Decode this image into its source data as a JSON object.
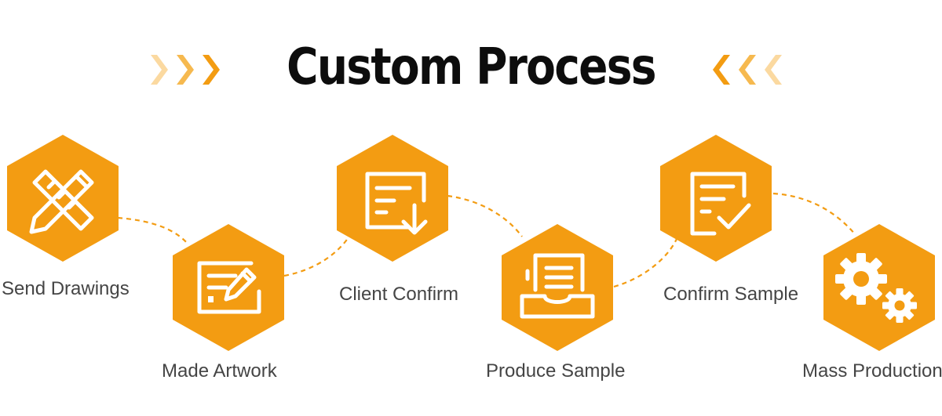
{
  "title": "Custom Process",
  "colors": {
    "accent": "#f39c12",
    "accent_light": "#fbd9a0",
    "accent_mid": "#f6b94f",
    "title": "#0d0d0d",
    "label": "#454545",
    "icon": "#ffffff"
  },
  "steps": [
    {
      "label": "Send Drawings",
      "icon": "ruler-pencil-icon"
    },
    {
      "label": "Made Artwork",
      "icon": "artwork-pencil-icon"
    },
    {
      "label": "Client Confirm",
      "icon": "document-download-icon"
    },
    {
      "label": "Produce Sample",
      "icon": "document-tray-icon"
    },
    {
      "label": "Confirm Sample",
      "icon": "document-check-icon"
    },
    {
      "label": "Mass Production",
      "icon": "gears-icon"
    }
  ]
}
